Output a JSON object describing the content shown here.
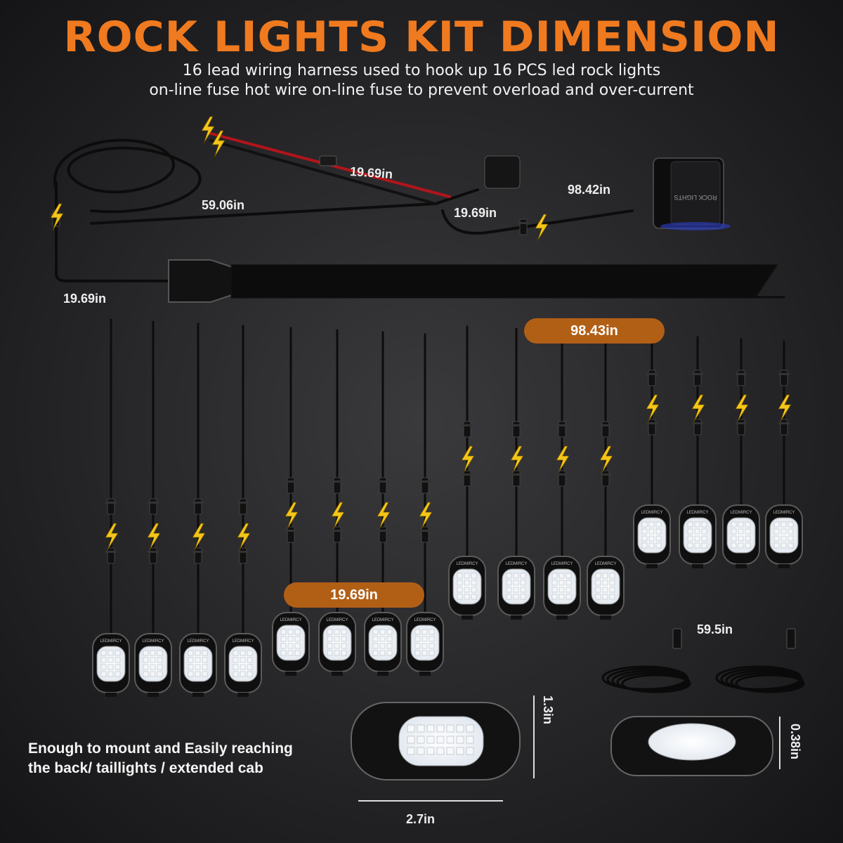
{
  "title": "ROCK LIGHTS KIT DIMENSION",
  "subtitle_line1": "16 lead wiring harness used to hook up 16 PCS led rock lights",
  "subtitle_line2": "on-line fuse hot wire on-line fuse to prevent overload and over-current",
  "dimensions": {
    "fuse_lead": "19.69in",
    "main_lead": "59.06in",
    "switch_lead": "19.69in",
    "switch_harness": "98.42in",
    "splitter_lead": "19.69in",
    "branch_long": "98.43in",
    "branch_short": "19.69in",
    "extension": "59.5in",
    "pod_height": "1.3in",
    "pod_width": "2.7in",
    "pod_depth": "0.38in"
  },
  "brand": "LEDMIRCY",
  "switch_text": "ROCK LIGHTS",
  "note_line1": "Enough to mount and Easily reaching",
  "note_line2": "the back/ taillights / extended cab",
  "colors": {
    "title": "#f07a1f",
    "pill": "#b25f16",
    "lightning": "#f5c518",
    "wire": "#0c0c0c"
  }
}
